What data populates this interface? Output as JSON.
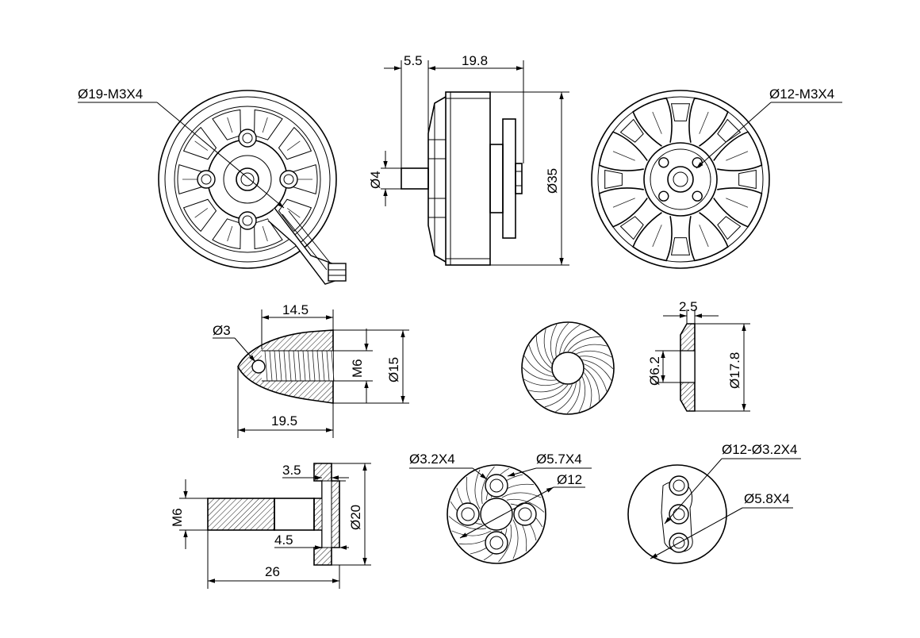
{
  "diagram": {
    "views": {
      "motor_bottom": {
        "callout": "Ø19-M3X4"
      },
      "motor_side": {
        "dim_left": "5.5",
        "dim_top": "19.8",
        "dim_shaft": "Ø4",
        "dim_dia": "Ø35"
      },
      "motor_top": {
        "callout": "Ø12-M3X4"
      },
      "prop_nut": {
        "dim_hole": "Ø3",
        "dim_top": "14.5",
        "dim_thread": "M6",
        "dim_dia": "Ø15",
        "dim_len": "19.5"
      },
      "washer_face": {},
      "washer_side": {
        "dim_thk": "2.5",
        "dim_bore": "Ø6.2",
        "dim_dia": "Ø17.8"
      },
      "prop_adapter": {
        "dim_a": "3.5",
        "dim_thread": "M6",
        "dim_b": "4.5",
        "dim_dia": "Ø20",
        "dim_len": "26"
      },
      "adapter_face": {
        "dim_holes": "Ø3.2X4",
        "dim_bosses": "Ø5.7X4",
        "dim_pcd": "Ø12"
      },
      "mount_plate": {
        "dim_holes": "Ø12-Ø3.2X4",
        "dim_bore": "Ø5.8X4"
      }
    }
  }
}
